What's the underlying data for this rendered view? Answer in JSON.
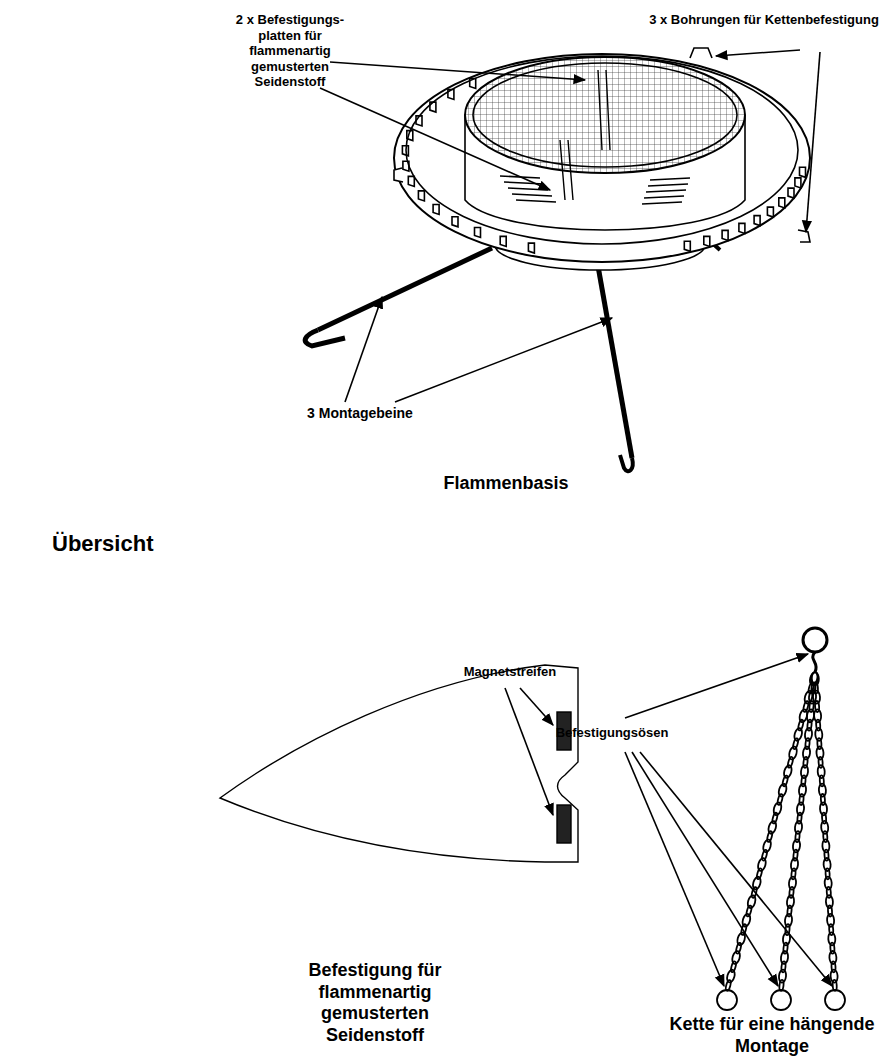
{
  "diagram": {
    "title": "Übersicht",
    "labels": [
      "2 x Befestigungs- platten für flammenartig gemusterten Seidenstoff",
      "3 x Bohrungen für Kettenbefestigung",
      "3 Montagebeine",
      "Flammenbasis",
      "Befestigungsösen",
      "Magnetstreifen",
      "Befestigung für flammenartig gemusterten Seidenstoff",
      "Kette für eine hängende Montage"
    ]
  }
}
